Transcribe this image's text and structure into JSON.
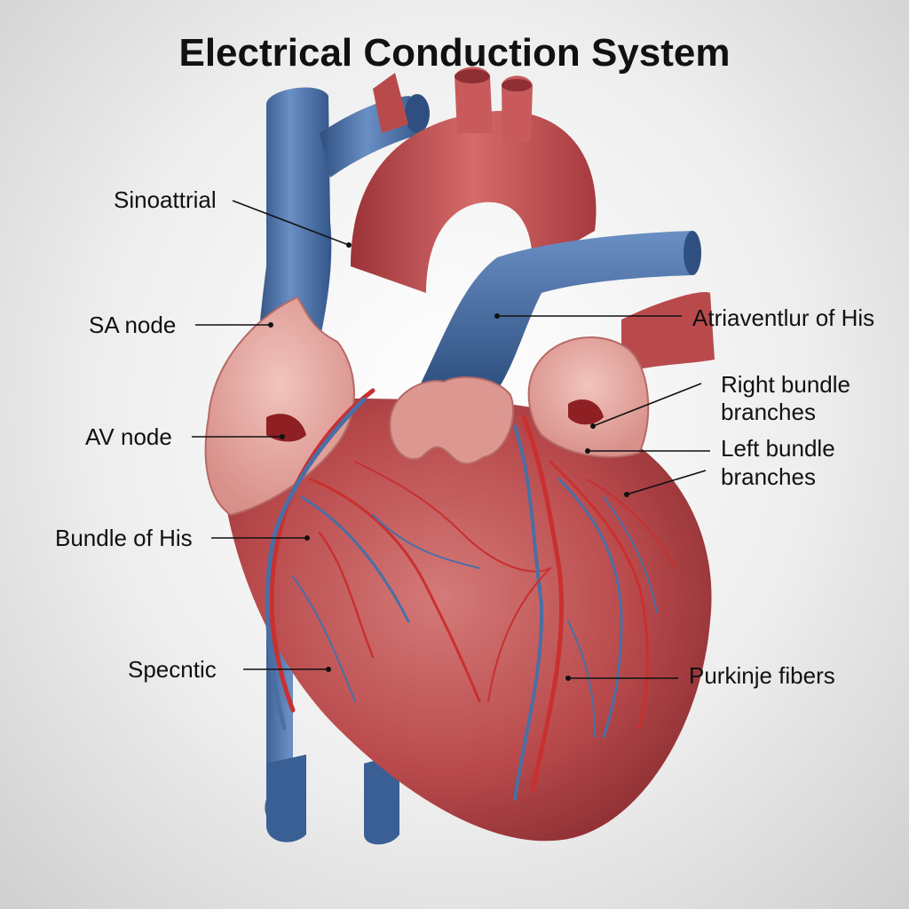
{
  "title": "Electrical Conduction System",
  "labels": {
    "sinoattrial": "Sinoattrial",
    "sa_node": "SA node",
    "av_node": "AV node",
    "bundle_of_his": "Bundle of His",
    "specntic": "Specntic",
    "atriaventlur": "Atriaventlur of His",
    "right_bundle_line1": "Right bundle",
    "right_bundle_line2": "branches",
    "left_bundle_line1": "Left bundle",
    "left_bundle_line2": "branches",
    "purkinje": "Purkinje fibers"
  },
  "colors": {
    "muscle": "#b94a4c",
    "muscle_dark": "#8e2f33",
    "muscle_light": "#d98a86",
    "vein_blue": "#4a6fa5",
    "vein_blue_dark": "#2e4f80",
    "artery_red": "#c9302f",
    "atrium_pink": "#e3a39e"
  }
}
